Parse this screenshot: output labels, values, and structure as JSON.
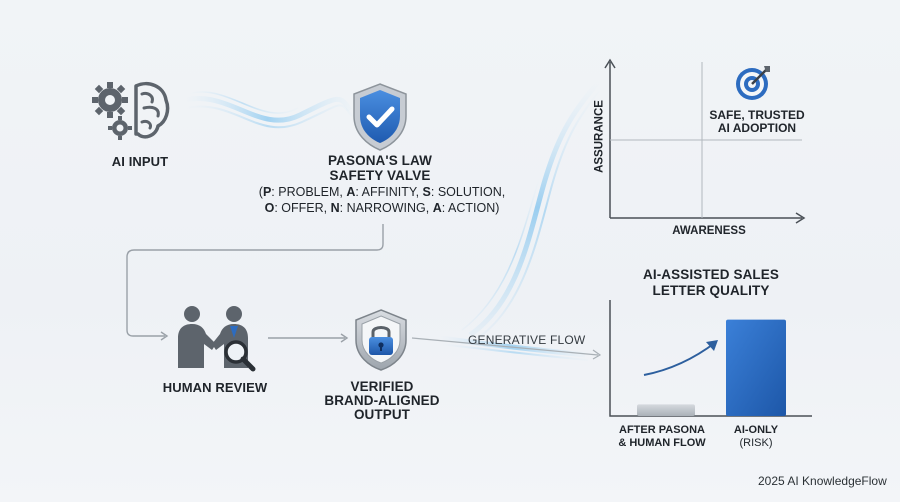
{
  "nodes": {
    "ai_input": {
      "label": "AI INPUT"
    },
    "pasona": {
      "title_line1": "PASONA'S LAW",
      "title_line2": "SAFETY VALVE",
      "legend": [
        {
          "letter": "P",
          "word": "PROBLEM"
        },
        {
          "letter": "A",
          "word": "AFFINITY"
        },
        {
          "letter": "S",
          "word": "SOLUTION"
        },
        {
          "letter": "O",
          "word": "OFFER"
        },
        {
          "letter": "N",
          "word": "NARROWING"
        },
        {
          "letter": "A",
          "word": "ACTION"
        }
      ]
    },
    "human_review": {
      "label": "HUMAN REVIEW"
    },
    "verified": {
      "line1": "VERIFIED",
      "line2": "BRAND-ALIGNED",
      "line3": "OUTPUT"
    }
  },
  "flow": {
    "generative_label": "GENERATIVE FLOW"
  },
  "quadrant": {
    "y_axis_label": "ASSURANCE",
    "x_axis_label": "AWARENESS",
    "target_line1": "SAFE, TRUSTED",
    "target_line2": "AI ADOPTION"
  },
  "chart_data": {
    "type": "bar",
    "title": "AI-ASSISTED SALES LETTER QUALITY",
    "categories": [
      "AFTER PASONA & HUMAN FLOW",
      "AI-ONLY (RISK)"
    ],
    "category_lines": [
      [
        "AFTER PASONA",
        "& HUMAN FLOW"
      ],
      [
        "AI-ONLY",
        "(RISK)"
      ]
    ],
    "values": [
      12,
      100
    ],
    "ylim": [
      0,
      110
    ],
    "colors": [
      "#bcc2c9",
      "#2f6fc2"
    ]
  },
  "footer": {
    "text": "2025 AI KnowledgeFlow"
  },
  "colors": {
    "accent": "#2d6cc0",
    "icon_gray": "#5d646c",
    "flow_glow": "#9fd0f0"
  }
}
